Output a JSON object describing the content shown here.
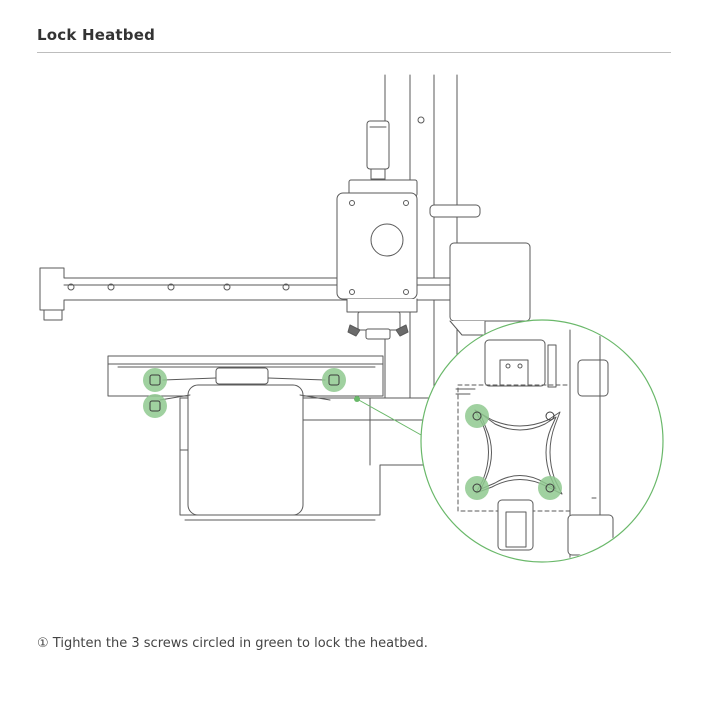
{
  "header": {
    "title": "Lock Heatbed"
  },
  "step": {
    "text": "① Tighten the 3 screws circled in green to lock the heatbed."
  },
  "colors": {
    "line": "#555555",
    "highlight": "#8fc98f",
    "highlight_stroke": "#6bb46b",
    "callout": "#6ab86a",
    "rule": "#bdbdbd"
  },
  "highlighted_screw_count": 3
}
